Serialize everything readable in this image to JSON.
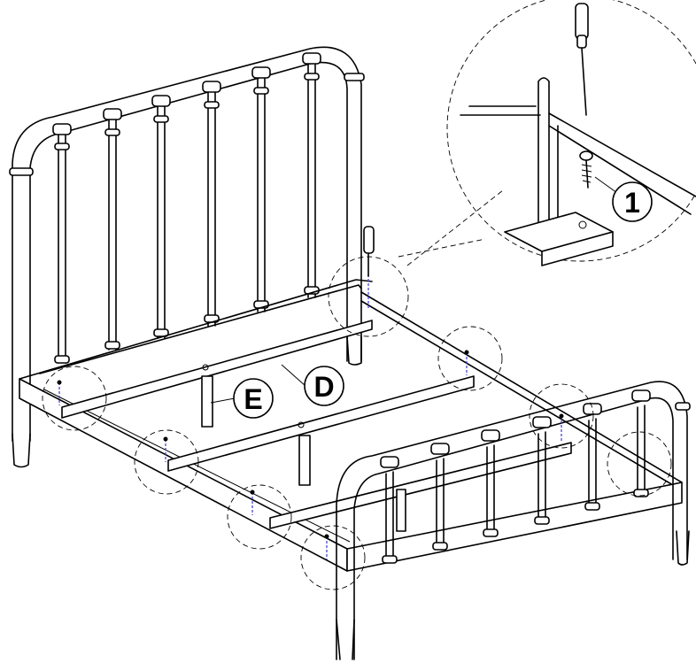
{
  "labels": {
    "part_d": "D",
    "part_e": "E",
    "step_1": "1"
  },
  "colors": {
    "line": "#000000",
    "screw_guide": "#3a3ad6",
    "background": "#ffffff"
  },
  "icons": [
    "screwdriver-icon",
    "screw-icon"
  ]
}
